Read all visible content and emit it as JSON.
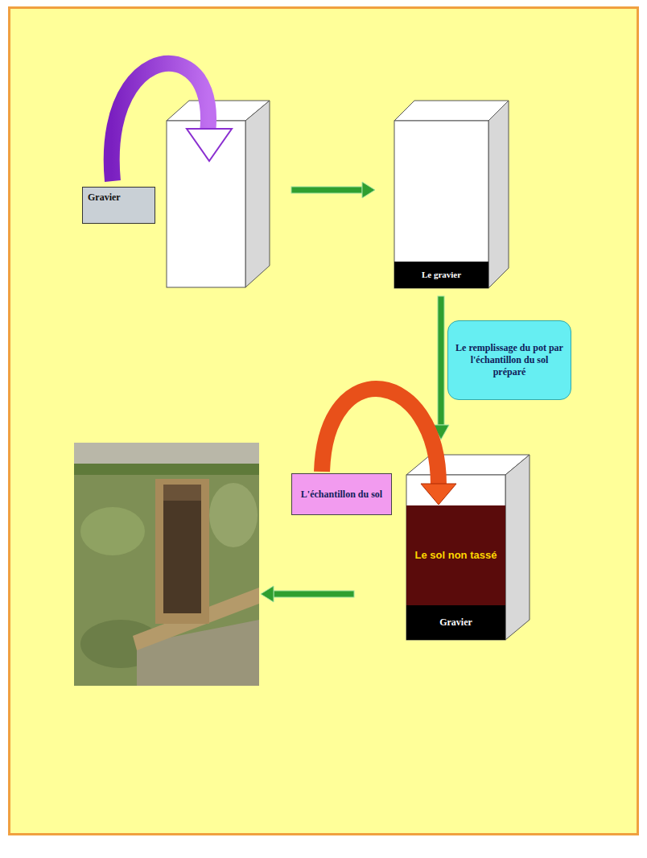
{
  "diagram": {
    "nodes": [
      {
        "text": [
          "Gravier"
        ]
      },
      {
        "text": [
          "Le gravier"
        ]
      },
      {
        "text": [
          "Le remplissage du pot par l'échantillon du sol préparé"
        ]
      },
      {
        "text": [
          "L'échantillon du sol"
        ]
      },
      {
        "text": [
          "Le sol non tassé"
        ]
      },
      {
        "text": [
          "Gravier"
        ]
      }
    ],
    "edges": [
      {
        "from": 3,
        "to": 4,
        "arrow": "to"
      }
    ]
  }
}
